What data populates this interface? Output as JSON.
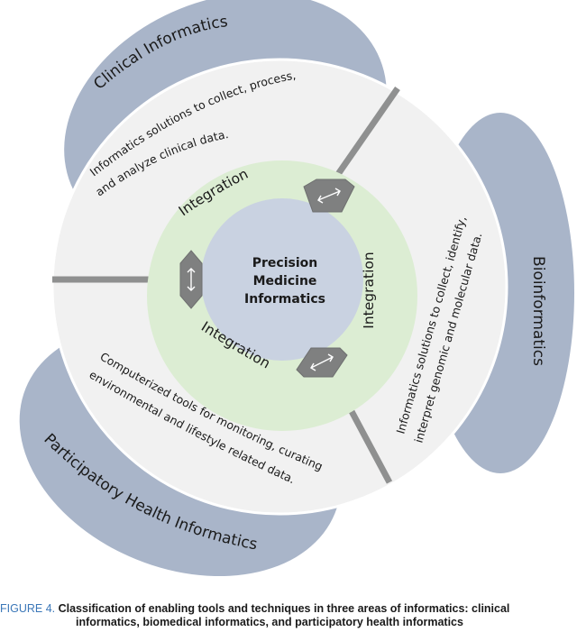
{
  "petal_labels": {
    "clinical": "Clinical Informatics",
    "bio": "Bioinformatics",
    "participatory": "Participatory Health Informatics"
  },
  "descriptions": {
    "clinical": [
      "Informatics solutions to collect, process,",
      "and analyze clinical data."
    ],
    "bio": [
      "Informatics solutions to collect, identify,",
      "interpret genomic and molecular data."
    ],
    "participatory": [
      "Computerized tools for monitoring, curating",
      "environmental and lifestyle related data."
    ]
  },
  "integration_label": "Integration",
  "center_label": [
    "Precision",
    "Medicine",
    "Informatics"
  ],
  "caption": {
    "figure_label": "FIGURE 4.",
    "line1": "Classification of enabling tools and techniques in three areas of informatics: clinical",
    "line2": "informatics, biomedical informatics, and participatory health informatics"
  },
  "colors": {
    "petal": "#a9b5c9",
    "outer_ring": "#f1f1f1",
    "integration_ring": "#dcedd3",
    "center": "#c9d2e1",
    "connector": "#8f9090",
    "hex": "#7f8080",
    "caption_figure": "#3b77b8"
  }
}
